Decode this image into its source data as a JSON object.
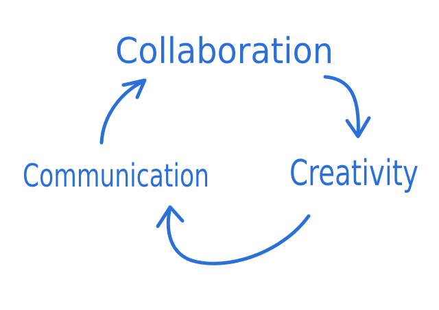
{
  "diagram": {
    "type": "cycle",
    "ink_color": "#2b6fd8",
    "nodes": [
      {
        "id": "collaboration",
        "label": "Collaboration"
      },
      {
        "id": "creativity",
        "label": "Creativity"
      },
      {
        "id": "communication",
        "label": "Communication"
      }
    ],
    "edges": [
      {
        "from": "collaboration",
        "to": "creativity"
      },
      {
        "from": "creativity",
        "to": "communication"
      },
      {
        "from": "communication",
        "to": "collaboration"
      }
    ]
  }
}
